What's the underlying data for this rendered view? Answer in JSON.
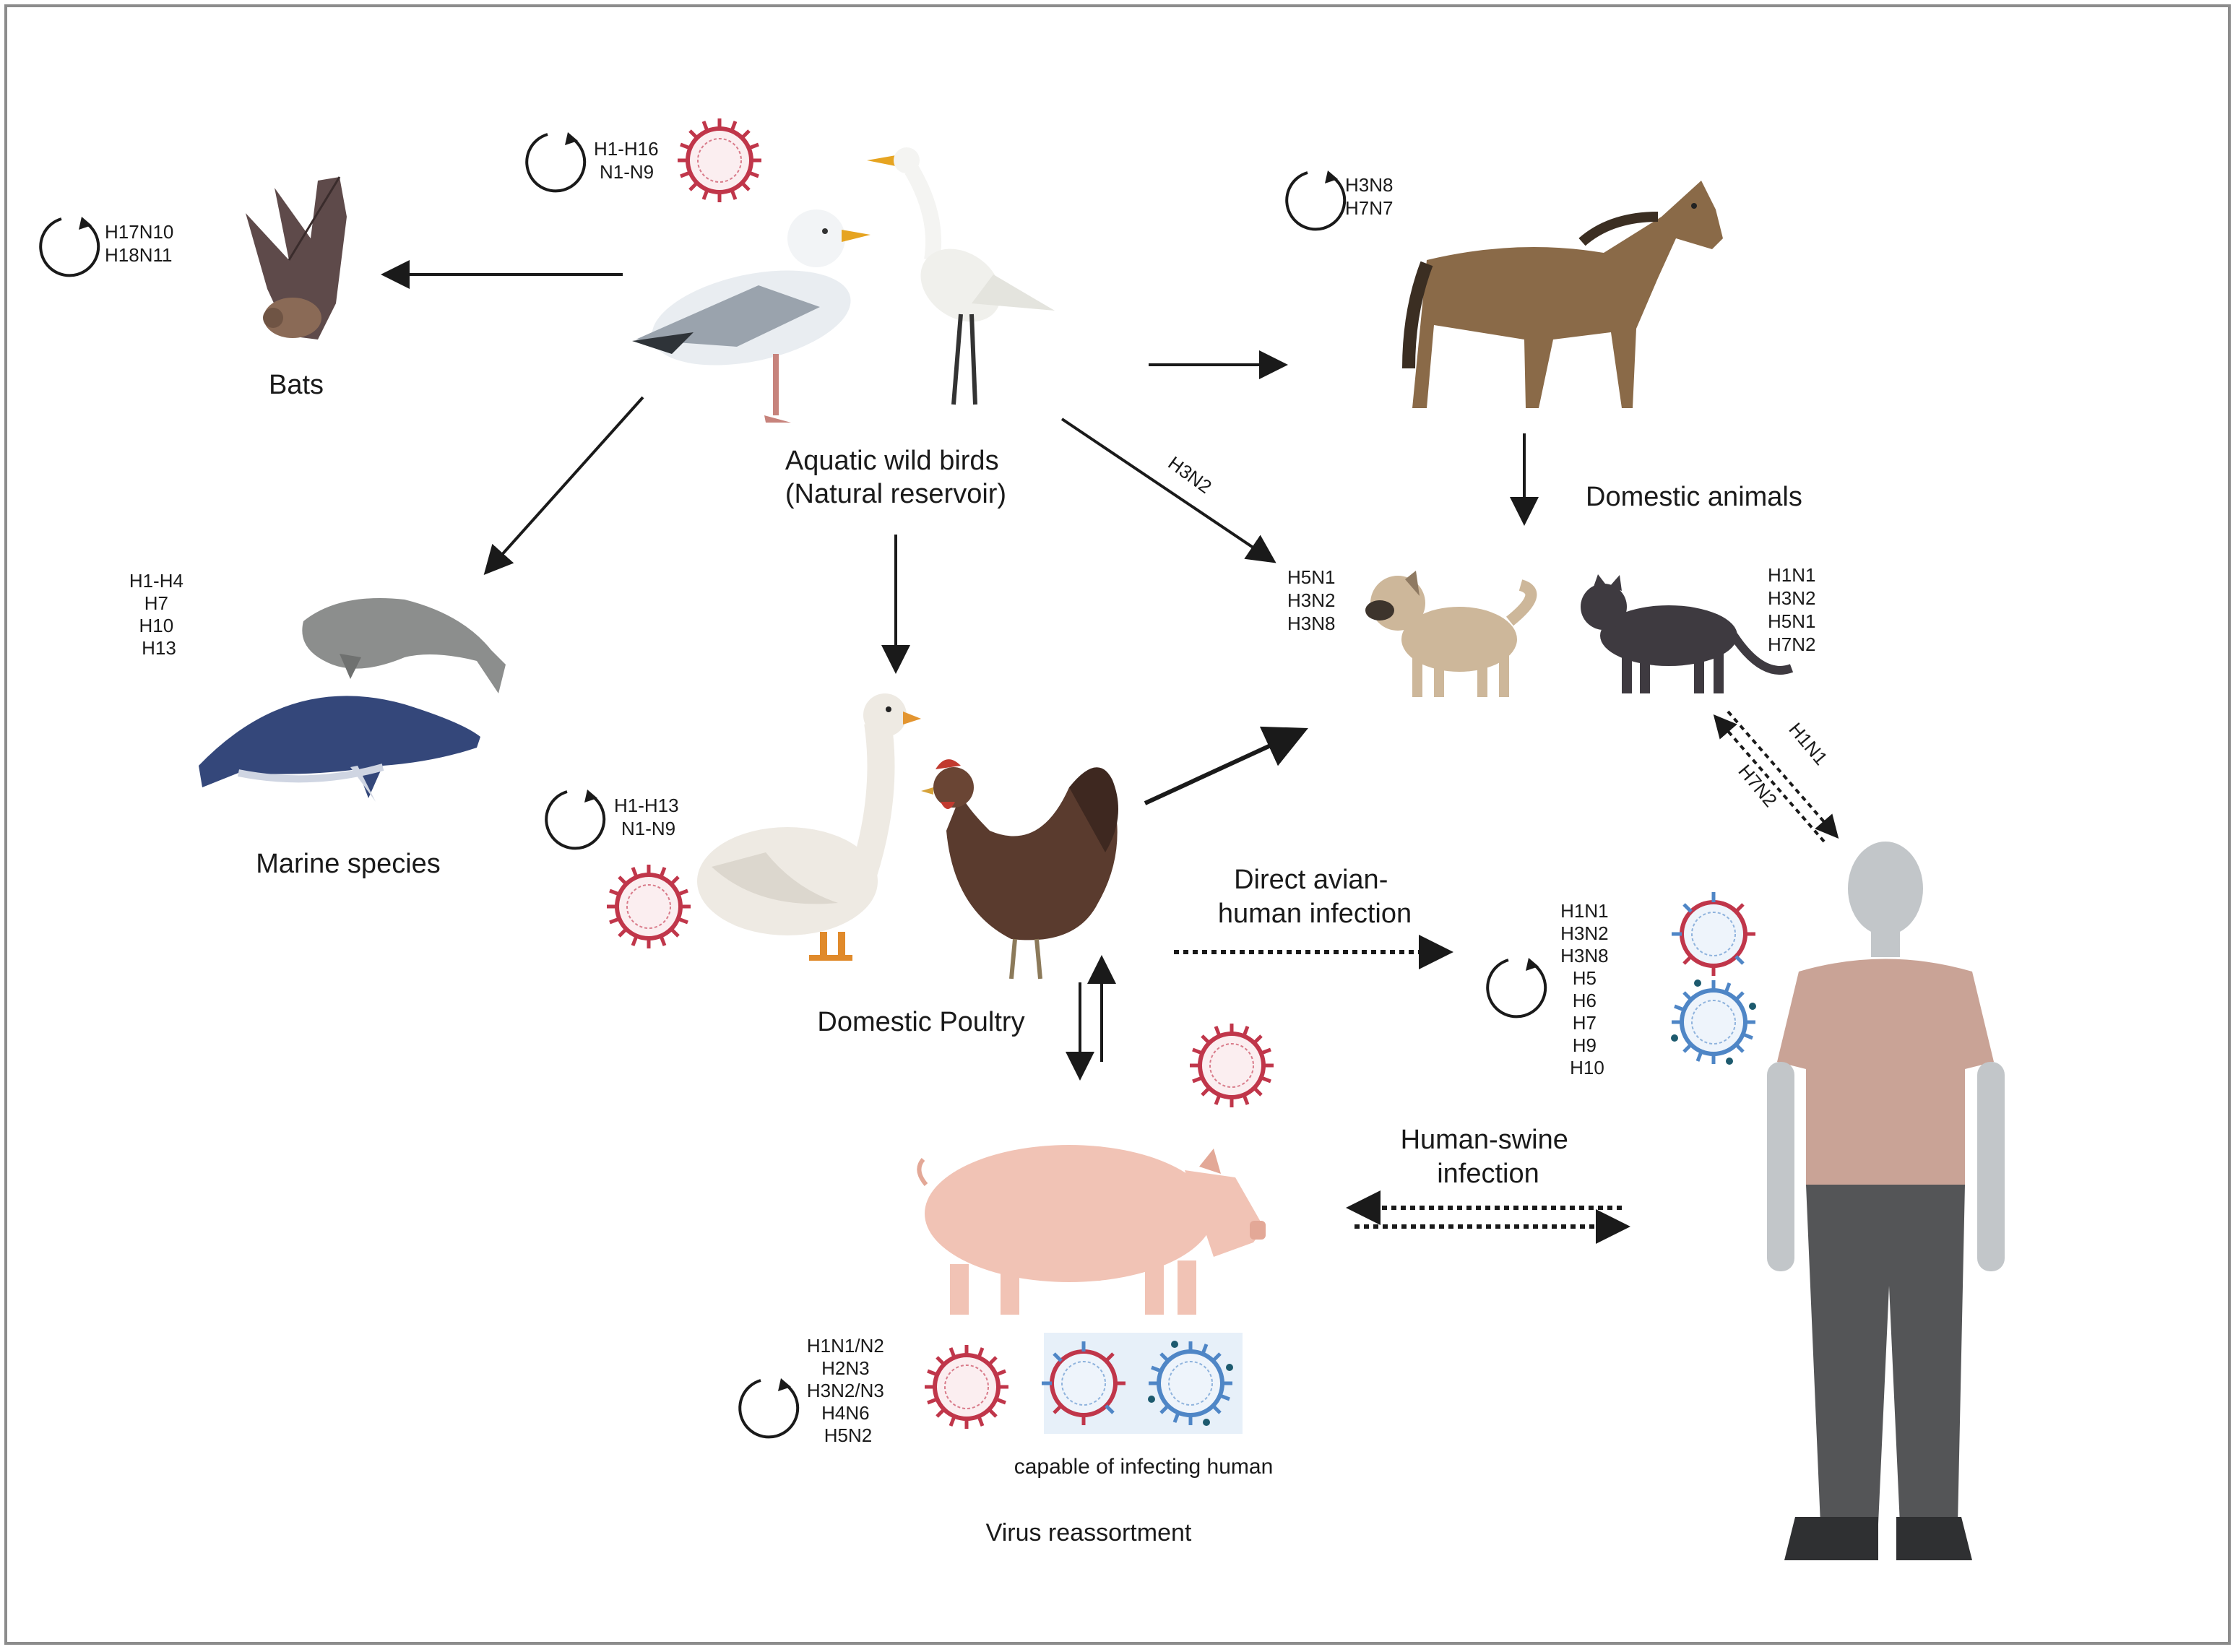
{
  "nodes": {
    "bats": {
      "label": "Bats",
      "subtypes": [
        "H17N10",
        "H18N11"
      ]
    },
    "wild_birds": {
      "label": [
        "Aquatic wild birds",
        "(Natural reservoir)"
      ],
      "subtypes": [
        "H1-H16",
        "N1-N9"
      ]
    },
    "horse": {
      "subtypes": [
        "H3N8",
        "H7N7"
      ]
    },
    "domestic_animals": {
      "label": "Domestic animals",
      "dog_subtypes": [
        "H5N1",
        "H3N2",
        "H3N8"
      ],
      "cat_subtypes": [
        "H1N1",
        "H3N2",
        "H5N1",
        "H7N2"
      ]
    },
    "marine": {
      "label": "Marine species",
      "subtypes": [
        "H1-H4",
        "H7",
        "H10",
        "H13"
      ]
    },
    "poultry": {
      "label": "Domestic Poultry",
      "subtypes": [
        "H1-H13",
        "N1-N9"
      ]
    },
    "human_subtypes": [
      "H1N1",
      "H3N2",
      "H3N8",
      "H5",
      "H6",
      "H7",
      "H9",
      "H10"
    ],
    "swine": {
      "subtypes": [
        "H1N1/N2",
        "H2N3",
        "H3N2/N3",
        "H4N6",
        "H5N2"
      ],
      "capable_label": "capable of infecting human",
      "reassortment_label": "Virus reassortment"
    }
  },
  "edges": {
    "h3n2_label": "H3N2",
    "cat_human_up": "H1N1",
    "cat_human_down": "H7N2",
    "direct_avian": [
      "Direct avian-",
      "human infection"
    ],
    "human_swine": [
      "Human-swine",
      "infection"
    ]
  },
  "colors": {
    "virus_avian": "#c0364a",
    "virus_human": "#4f86c6",
    "arrow": "#1a1a1a",
    "frame": "#8c8c8c"
  },
  "icons": [
    "bat-icon",
    "seagull-icon",
    "egret-icon",
    "horse-icon",
    "dog-icon",
    "cat-icon",
    "manatee-icon",
    "whale-icon",
    "goose-icon",
    "rooster-icon",
    "pig-icon",
    "human-icon",
    "virus-icon",
    "cycle-icon"
  ]
}
